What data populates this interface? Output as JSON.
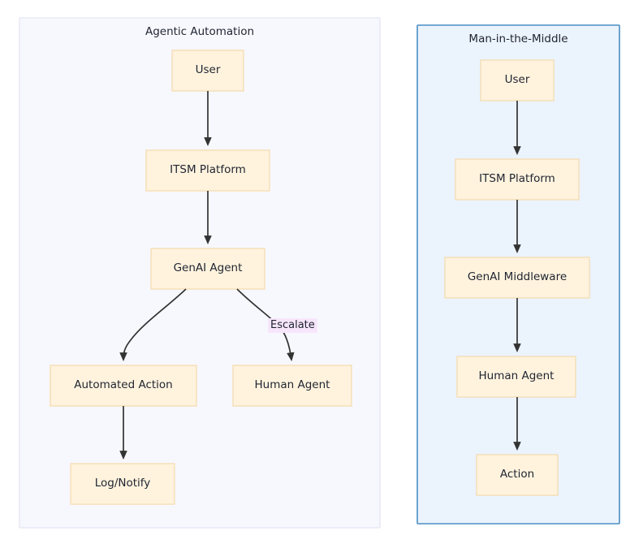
{
  "diagram": {
    "title_left": "Agentic Automation",
    "title_right": "Man-in-the-Middle",
    "colors": {
      "node_fill": "#fff3de",
      "node_stroke": "#f4d9ac",
      "edge_stroke": "#333333",
      "left_panel_fill": "#f7f8fe",
      "left_panel_stroke": "#e3e6f5",
      "right_panel_fill": "#ebf3fd",
      "right_panel_stroke": "#4a8fc4",
      "edge_label_fill": "#f7e6fb"
    }
  },
  "left_panel": {
    "title": "Agentic Automation",
    "nodes": [
      {
        "id": "user",
        "label": "User"
      },
      {
        "id": "itsm",
        "label": "ITSM Platform"
      },
      {
        "id": "genai",
        "label": "GenAI Agent"
      },
      {
        "id": "automated",
        "label": "Automated Action"
      },
      {
        "id": "human",
        "label": "Human Agent"
      },
      {
        "id": "log",
        "label": "Log/Notify"
      }
    ],
    "edges": [
      {
        "from": "user",
        "to": "itsm",
        "label": ""
      },
      {
        "from": "itsm",
        "to": "genai",
        "label": ""
      },
      {
        "from": "genai",
        "to": "automated",
        "label": ""
      },
      {
        "from": "genai",
        "to": "human",
        "label": "Escalate"
      },
      {
        "from": "automated",
        "to": "log",
        "label": ""
      }
    ]
  },
  "right_panel": {
    "title": "Man-in-the-Middle",
    "nodes": [
      {
        "id": "user2",
        "label": "User"
      },
      {
        "id": "itsm2",
        "label": "ITSM Platform"
      },
      {
        "id": "middleware",
        "label": "GenAI Middleware"
      },
      {
        "id": "human2",
        "label": "Human Agent"
      },
      {
        "id": "action",
        "label": "Action"
      }
    ],
    "edges": [
      {
        "from": "user2",
        "to": "itsm2",
        "label": ""
      },
      {
        "from": "itsm2",
        "to": "middleware",
        "label": ""
      },
      {
        "from": "middleware",
        "to": "human2",
        "label": ""
      },
      {
        "from": "human2",
        "to": "action",
        "label": ""
      }
    ]
  }
}
